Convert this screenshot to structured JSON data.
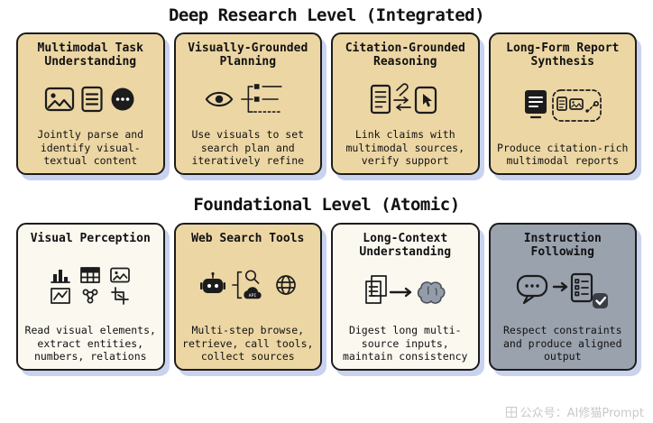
{
  "sections": [
    {
      "title": "Deep Research Level (Integrated)",
      "cards": [
        {
          "title": "Multimodal Task Understanding",
          "desc": "Jointly parse and identify visual-textual content"
        },
        {
          "title": "Visually-Grounded Planning",
          "desc": "Use visuals to set search plan and iteratively refine"
        },
        {
          "title": "Citation-Grounded Reasoning",
          "desc": "Link claims with multimodal sources, verify support"
        },
        {
          "title": "Long-Form Report Synthesis",
          "desc": "Produce citation-rich multimodal reports"
        }
      ]
    },
    {
      "title": "Foundational Level (Atomic)",
      "cards": [
        {
          "title": "Visual Perception",
          "desc": "Read visual elements, extract entities, numbers, relations"
        },
        {
          "title": "Web Search Tools",
          "desc": "Multi-step browse, retrieve, call tools, collect sources"
        },
        {
          "title": "Long-Context Understanding",
          "desc": "Digest long multi-source inputs, maintain consistency"
        },
        {
          "title": "Instruction Following",
          "desc": "Respect constraints and produce aligned output"
        }
      ]
    }
  ],
  "watermark": "公众号：AI修猫Prompt",
  "colors": {
    "card_tan": "#ecd6a4",
    "card_white": "#fbf8f0",
    "card_gray": "#9aa2ae",
    "border": "#1c1c1c",
    "shadow": "#c9d3ef",
    "text": "#111111",
    "watermark": "#c9c9c9"
  }
}
